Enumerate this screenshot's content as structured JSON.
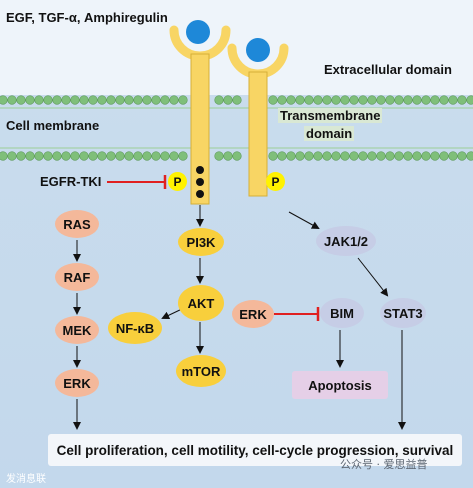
{
  "ligand_label": "EGF, TGF-α, Amphiregulin",
  "extracellular_label": "Extracellular domain",
  "cell_membrane_label": "Cell membrane",
  "transmembrane_label_line1": "Transmembrane",
  "transmembrane_label_line2": "domain",
  "inhibitor_label": "EGFR-TKI",
  "phospho_label": "P",
  "nodes": {
    "ras": "RAS",
    "raf": "RAF",
    "mek": "MEK",
    "erk_left": "ERK",
    "pi3k": "PI3K",
    "akt": "AKT",
    "nfkb": "NF-κB",
    "mtor": "mTOR",
    "erk_mid": "ERK",
    "bim": "BIM",
    "jak": "JAK1/2",
    "stat3": "STAT3",
    "apoptosis": "Apoptosis"
  },
  "outcome_label": "Cell proliferation, cell motility, cell-cycle progression, survival",
  "watermark_left": "发消息联",
  "watermark_right": "公众号 · 爱思益普",
  "colors": {
    "receptor": "#f8d564",
    "ligand": "#1e88d8",
    "membrane_bead": "#7fbf7a",
    "phospho": "#fff200",
    "inhibition": "#e02020",
    "arrow": "#111111"
  }
}
